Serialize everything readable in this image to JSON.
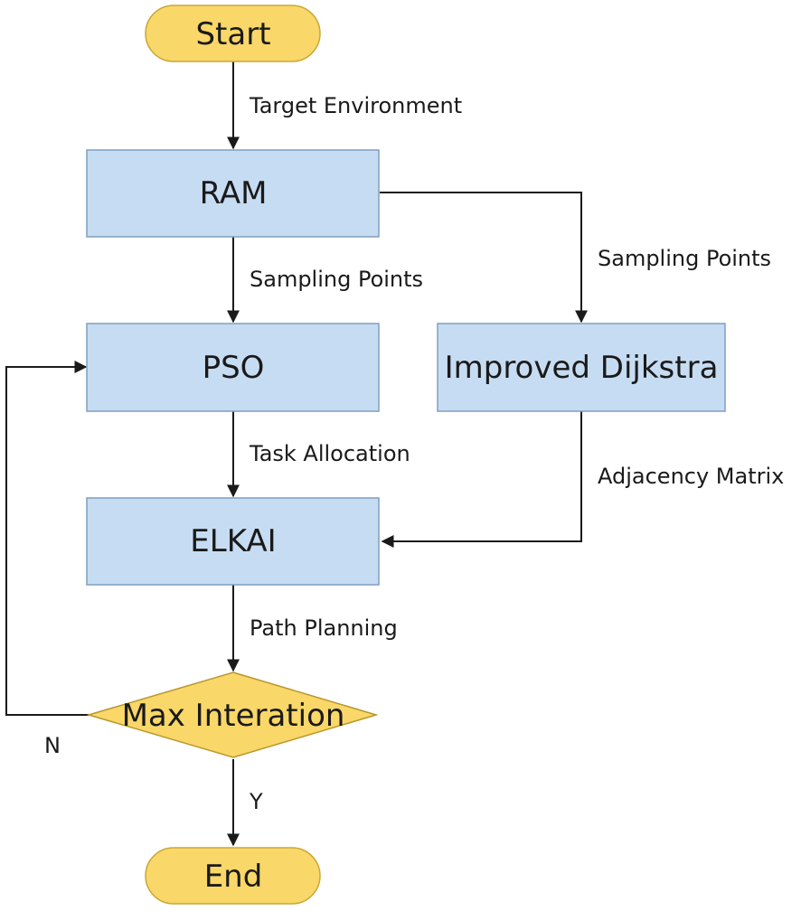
{
  "nodes": {
    "start": "Start",
    "ram": "RAM",
    "pso": "PSO",
    "improved_dijkstra": "Improved Dijkstra",
    "elkai": "ELKAI",
    "decision": "Max Interation",
    "end": "End"
  },
  "edges": {
    "start_to_ram": "Target Environment",
    "ram_to_pso": "Sampling Points",
    "ram_to_dijkstra": "Sampling Points",
    "pso_to_elkai": "Task Allocation",
    "dijkstra_to_elkai": "Adjacency Matrix",
    "elkai_to_decision": "Path Planning",
    "decision_no": "N",
    "decision_yes": "Y"
  },
  "colors": {
    "process_fill": "#c6dcf2",
    "terminal_fill": "#f9d768",
    "line": "#1a1a1a"
  }
}
